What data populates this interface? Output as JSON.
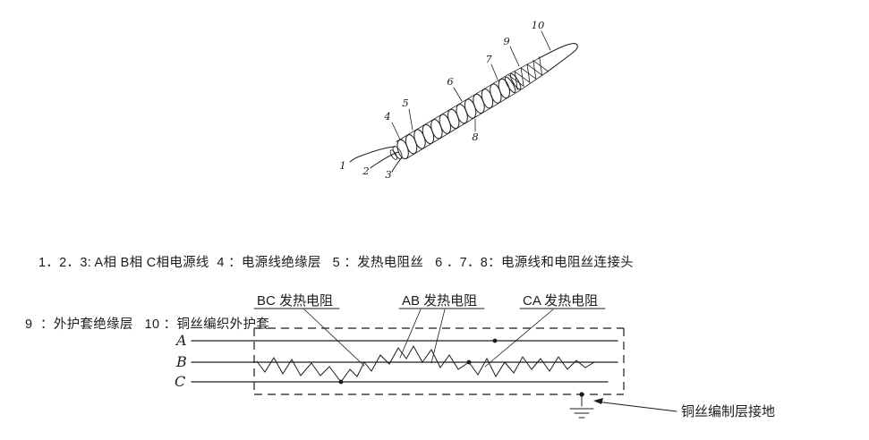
{
  "figure1": {
    "part_numbers": [
      "1",
      "2",
      "3",
      "4",
      "5",
      "6",
      "7",
      "8",
      "9",
      "10"
    ]
  },
  "caption": {
    "line1": "1．2．3: A相 B相 C相电源线  4 ：电源线绝缘层   5 ：发热电阻丝   6 ．7．8：电源线和电阻丝连接头",
    "line2": "9  ：外护套绝缘层   10 ：铜丝编织外护套"
  },
  "figure2": {
    "resistor_labels": [
      "BC 发热电阻",
      "AB 发热电阻",
      "CA 发热电阻"
    ],
    "phase_labels": [
      "A",
      "B",
      "C"
    ],
    "ground_label": "铜丝编制层接地"
  },
  "colors": {
    "ink": "#1c1c1c",
    "paper": "#ffffff"
  }
}
